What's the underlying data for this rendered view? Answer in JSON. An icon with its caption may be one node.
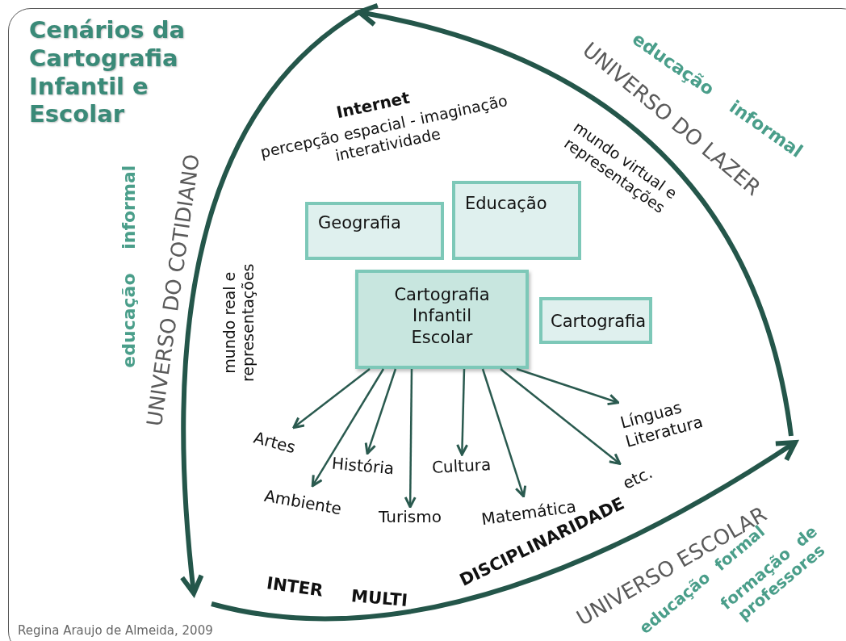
{
  "diagram": {
    "title": "Cenários da Cartografia Infantil e Escolar",
    "caption": "Regina Araujo de Almeida, 2009",
    "nodes": [
      {
        "text": [
          "Geografia"
        ]
      },
      {
        "text": [
          "Educação"
        ]
      },
      {
        "text": [
          "Cartografia Infantil Escolar"
        ]
      },
      {
        "text": [
          "Cartografia"
        ]
      },
      {
        "text": [
          "Artes"
        ]
      },
      {
        "text": [
          "História"
        ]
      },
      {
        "text": [
          "Cultura"
        ]
      },
      {
        "text": [
          "Línguas Literatura"
        ]
      },
      {
        "text": [
          "Ambiente"
        ]
      },
      {
        "text": [
          "Turismo"
        ]
      },
      {
        "text": [
          "Matemática"
        ]
      },
      {
        "text": [
          "etc."
        ]
      }
    ],
    "edges": [
      {
        "from": 2,
        "to": 4,
        "arrow": "to"
      },
      {
        "from": 2,
        "to": 5,
        "arrow": "to"
      },
      {
        "from": 2,
        "to": 6,
        "arrow": "to"
      },
      {
        "from": 2,
        "to": 7,
        "arrow": "to"
      },
      {
        "from": 2,
        "to": 8,
        "arrow": "to"
      },
      {
        "from": 2,
        "to": 9,
        "arrow": "to"
      },
      {
        "from": 2,
        "to": 10,
        "arrow": "to"
      },
      {
        "from": 2,
        "to": 11,
        "arrow": "to"
      }
    ],
    "labels": [
      "UNIVERSO DO LAZER",
      "educação informal",
      "Internet",
      "percepção espacial - imaginação interatividade",
      "mundo virtual e representações",
      "educação informal",
      "UNIVERSO DO COTIDIANO",
      "mundo real e representações",
      "INTER",
      "MULTI",
      "DISCIPLINARIDADE",
      "UNIVERSO ESCOLAR",
      "educação formal",
      "formação de professores"
    ]
  }
}
